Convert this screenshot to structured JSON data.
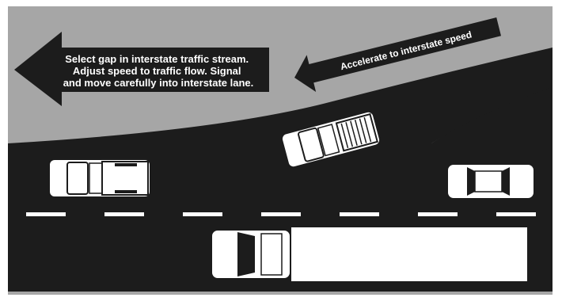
{
  "colors": {
    "background_gray": "#a6a6a6",
    "road": "#1c1c1c",
    "arrow": "#1c1c1c",
    "vehicle_fill": "#ffffff",
    "lane_marking": "#ffffff",
    "frame": "#ffffff"
  },
  "labels": {
    "merge_arrow_lines": [
      "Select gap in interstate traffic stream.",
      "Adjust speed to traffic flow. Signal",
      "and move carefully into interstate lane."
    ],
    "ramp_arrow": "Accelerate to interstate speed"
  },
  "icons": {
    "merge_direction": "left-arrow-icon",
    "ramp_direction": "left-arrow-icon"
  }
}
